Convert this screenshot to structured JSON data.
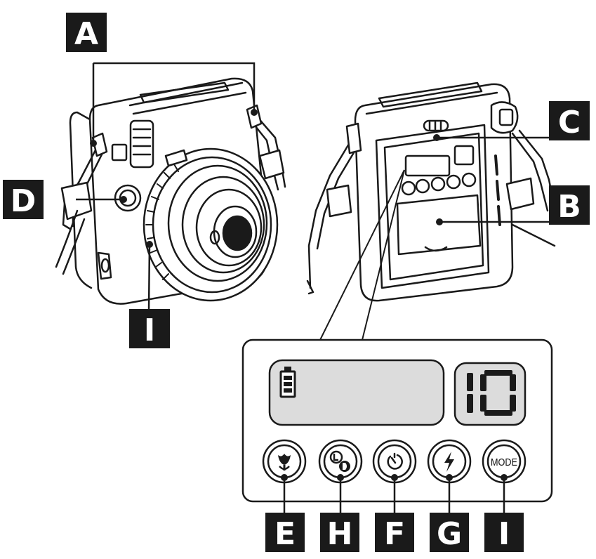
{
  "callouts": {
    "A": "A",
    "B": "B",
    "C": "C",
    "D": "D",
    "I_lens": "I",
    "E": "E",
    "H": "H",
    "F": "F",
    "G": "G",
    "I_mode": "I"
  },
  "display": {
    "battery_icon": "battery-icon",
    "counter": "10"
  },
  "buttons": {
    "macro_icon": "macro-flower-icon",
    "brightness_icon": "lighten-darken-icon",
    "timer_icon": "self-timer-icon",
    "flash_icon": "flash-icon",
    "mode_label": "MODE"
  },
  "colors": {
    "callout_bg": "#1a1a1a",
    "callout_text": "#ffffff",
    "lcd_fill": "#dcdcdc",
    "line": "#1a1a1a"
  }
}
